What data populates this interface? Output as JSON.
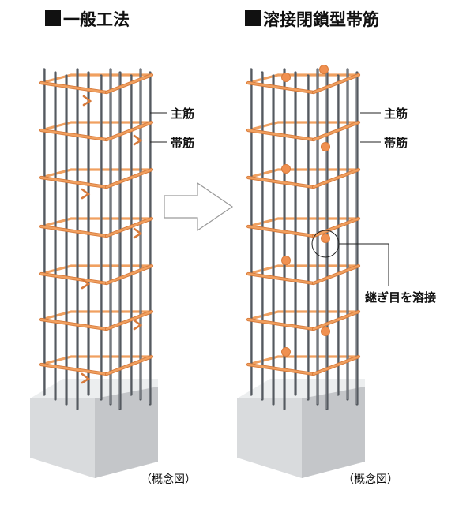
{
  "left_panel": {
    "title_mark": "■",
    "title": "一般工法",
    "label_main_bar": "主筋",
    "label_hoop": "帯筋",
    "caption": "（概念図）"
  },
  "right_panel": {
    "title_mark": "■",
    "title": "溶接閉鎖型帯筋",
    "label_main_bar": "主筋",
    "label_hoop": "帯筋",
    "label_weld": "継ぎ目を溶接",
    "caption": "（概念図）"
  },
  "colors": {
    "rebar": "#555a60",
    "hoop": "#f0a060",
    "hoop_edge": "#d87a3a",
    "weld": "#f09050",
    "concrete_front": "#d9dbdd",
    "concrete_side": "#c4c6c9",
    "concrete_top": "#eceeef",
    "arrow_fill": "#ffffff",
    "arrow_stroke": "#9a9a9a",
    "leader": "#222222"
  }
}
